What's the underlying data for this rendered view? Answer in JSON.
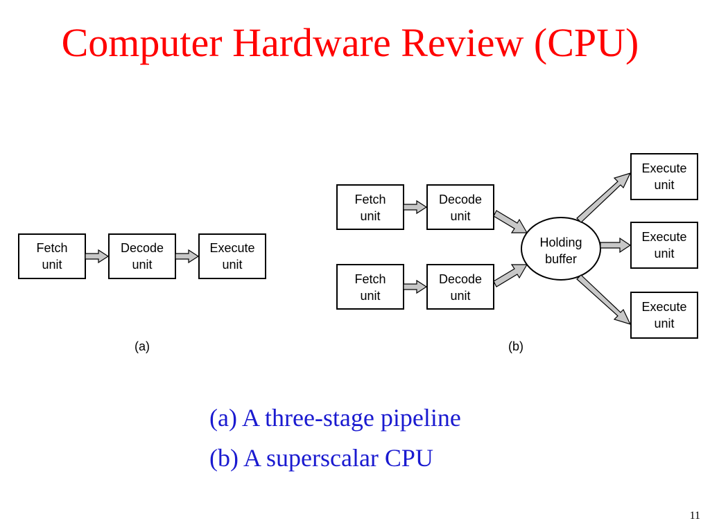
{
  "slide": {
    "title": "Computer Hardware Review (CPU)",
    "page_number": "11"
  },
  "diagram_a": {
    "fetch": [
      "Fetch",
      "unit"
    ],
    "decode": [
      "Decode",
      "unit"
    ],
    "execute": [
      "Execute",
      "unit"
    ],
    "label": "(a)"
  },
  "diagram_b": {
    "fetch": [
      "Fetch",
      "unit"
    ],
    "decode": [
      "Decode",
      "unit"
    ],
    "holding": [
      "Holding",
      "buffer"
    ],
    "execute": [
      "Execute",
      "unit"
    ],
    "label": "(b)"
  },
  "captions": {
    "line1": "(a) A three-stage pipeline",
    "line2": "(b) A superscalar CPU"
  }
}
